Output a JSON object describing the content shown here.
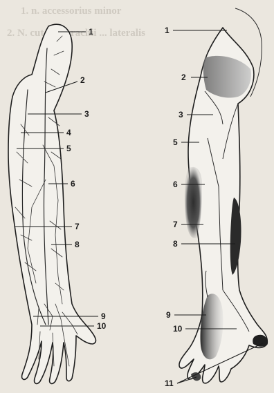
{
  "bleed_text": {
    "line1": "1. n. accessorius minor",
    "line2": "2. N. cutanei brachii ... lateralis"
  },
  "left_figure": {
    "labels": [
      "1",
      "2",
      "3",
      "4",
      "5",
      "6",
      "7",
      "8",
      "9",
      "10"
    ]
  },
  "right_figure": {
    "labels": [
      "1",
      "2",
      "3",
      "5",
      "6",
      "7",
      "8",
      "9",
      "10",
      "11"
    ]
  }
}
